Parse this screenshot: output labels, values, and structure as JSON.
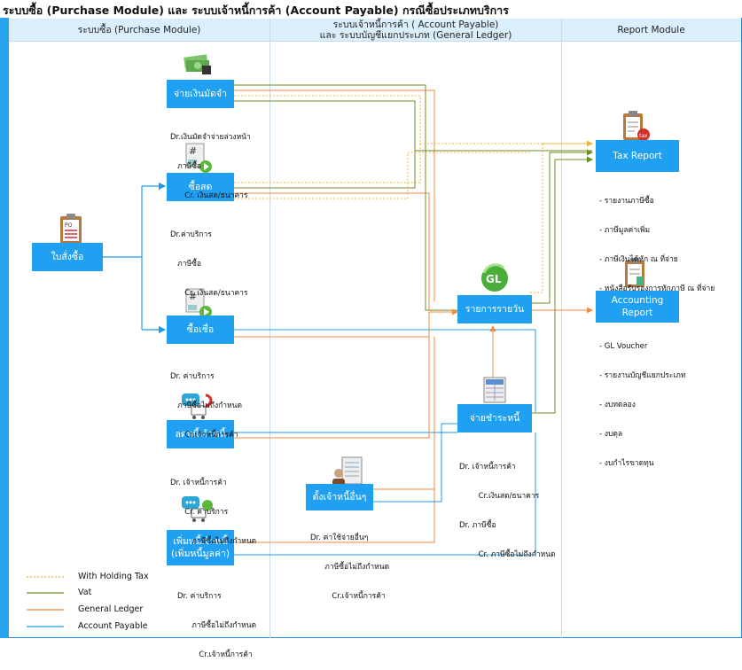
{
  "title": "ระบบซื้อ (Purchase Module) และ ระบบเจ้าหนี้การค้า (Account Payable) กรณีซื้อประเภทบริการ",
  "columns": {
    "purchase": "ระบบซื้อ (Purchase Module)",
    "ap_line1": "ระบบเจ้าหนี้การค้า ( Account Payable)",
    "ap_line2": "และ ระบบบัญชีแยกประเภท (General Ledger)",
    "report": "Report Module"
  },
  "nodes": {
    "po": "ใบสั่งซื้อ",
    "deposit": "จ่ายเงินมัดจำ",
    "cash": "ซื้อสด",
    "credit": "ซื้อเชื่อ",
    "decrease": "ลดหนี้เจ้าหนี้",
    "increase_1": "เพิ่มหนี้เจ้าหนี้",
    "increase_2": "(เพิ่มหนี้มูลค่า)",
    "other_ap": "ตั้งเจ้าหนี้อื่นๆ",
    "daily": "รายการรายวัน",
    "payment": "จ่ายชำระหนี้",
    "tax_report": "Tax Report",
    "acc_report_1": "Accounting",
    "acc_report_2": "Report"
  },
  "notes": {
    "deposit": [
      "Dr.เงินมัดจำจ่ายล่วงหน้า",
      "   ภาษีซื้อ",
      "      Cr. เงินสด/ธนาคาร"
    ],
    "cash": [
      "Dr.ค่าบริการ",
      "   ภาษีซื้อ",
      "      Cr. เงินสด/ธนาคาร"
    ],
    "credit": [
      "Dr. ค่าบริการ",
      "   ภาษีซื้อไม่ถึงกำหนด",
      "      Cr.เจ้าหนี้การค้า"
    ],
    "decrease": [
      "Dr. เจ้าหนี้การค้า",
      "      Cr. ค่าบริการ",
      "         ภาษีซื้อไม่ถึงกำหนด"
    ],
    "increase": [
      "Dr. ค่าบริการ",
      "      ภาษีซื้อไม่ถึงกำหนด",
      "         Cr.เจ้าหนี้การค้า"
    ],
    "other_ap": [
      "Dr. ค่าใช้จ่ายอื่นๆ",
      "      ภาษีซื้อไม่ถึงกำหนด",
      "         Cr.เจ้าหนี้การค้า"
    ],
    "payment": [
      "Dr. เจ้าหนี้การค้า",
      "        Cr.เงินสด/ธนาคาร",
      "Dr. ภาษีซื้อ",
      "        Cr. ภาษีซื้อไม่ถึงกำหนด"
    ],
    "tax_report": [
      "- รายงานภาษีซื้อ",
      "- ภาษีมูลค่าเพิ่ม",
      "- ภาษีเงินได้หัก ณ ที่จ่าย",
      "- หนังสือรับรองการหักภาษี ณ ที่จ่าย"
    ],
    "acc_report": [
      "- GL Voucher",
      "- รายงานบัญชีแยกประเภท",
      "- งบทดลอง",
      "- งบดุล",
      "- งบกำไรขาดทุน"
    ]
  },
  "legend": [
    {
      "label": "With Holding Tax",
      "color": "#f0b43c",
      "style": "dotted"
    },
    {
      "label": "Vat",
      "color": "#6b8e23",
      "style": "solid"
    },
    {
      "label": "General Ledger",
      "color": "#f08a40",
      "style": "solid"
    },
    {
      "label": "Account Payable",
      "color": "#1f9be8",
      "style": "solid"
    }
  ],
  "colors": {
    "box": "#1fa0f0",
    "stripe": "#28a3f0",
    "header_bg": "#dbeefb",
    "wht": "#f0b43c",
    "vat": "#6b8e23",
    "gl": "#f08a40",
    "ap": "#1f9be8"
  }
}
